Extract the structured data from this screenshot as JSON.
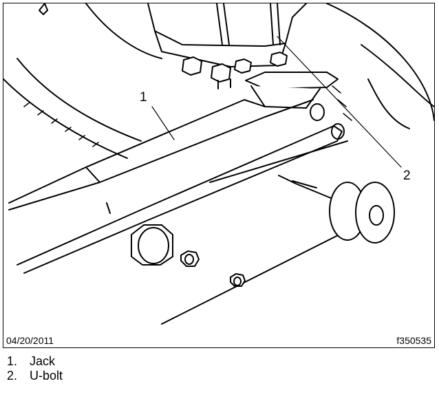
{
  "figure": {
    "date": "04/20/2011",
    "figure_id": "f350535",
    "callouts": [
      {
        "number": "1",
        "target": "jack"
      },
      {
        "number": "2",
        "target": "u-bolt"
      }
    ]
  },
  "legend": {
    "items": [
      {
        "number": "1.",
        "label": "Jack"
      },
      {
        "number": "2.",
        "label": "U-bolt"
      }
    ]
  },
  "colors": {
    "line": "#000000",
    "background": "#ffffff"
  }
}
